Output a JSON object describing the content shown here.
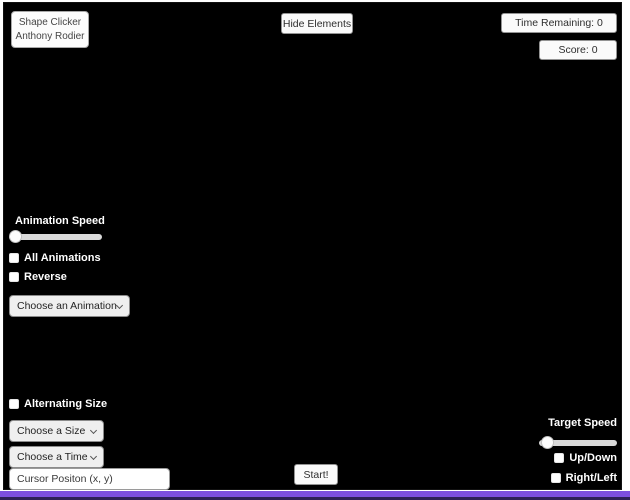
{
  "header": {
    "title_line1": "Shape Clicker",
    "title_line2": "Anthony Rodier",
    "hide_elements_label": "Hide Elements",
    "time_remaining": "Time Remaining: 0",
    "score": "Score: 0"
  },
  "animation_controls": {
    "speed_label": "Animation Speed",
    "speed_value_percent": 5,
    "all_animations_label": "All Animations",
    "all_animations_checked": false,
    "reverse_label": "Reverse",
    "reverse_checked": false,
    "animation_select_value": "Choose an Animation"
  },
  "shape_controls": {
    "alternating_size_label": "Alternating Size",
    "alternating_size_checked": false,
    "size_select_value": "Choose a Size",
    "time_select_value": "Choose a Time",
    "cursor_placeholder": "Cursor Positon (x, y)"
  },
  "target_controls": {
    "speed_label": "Target Speed",
    "speed_value_percent": 8,
    "up_down_label": "Up/Down",
    "up_down_checked": false,
    "right_left_label": "Right/Left",
    "right_left_checked": false
  },
  "start_button_label": "Start!",
  "colors": {
    "canvas_background": "#000000",
    "page_background": "#ffffff",
    "bottom_accent_purple": "#7d4fe0",
    "bottom_accent_dark": "#2e2158",
    "control_background": "#fafafa",
    "control_border": "#939393",
    "label_text_on_dark": "#ffffff",
    "control_text": "#2e2e2e"
  }
}
